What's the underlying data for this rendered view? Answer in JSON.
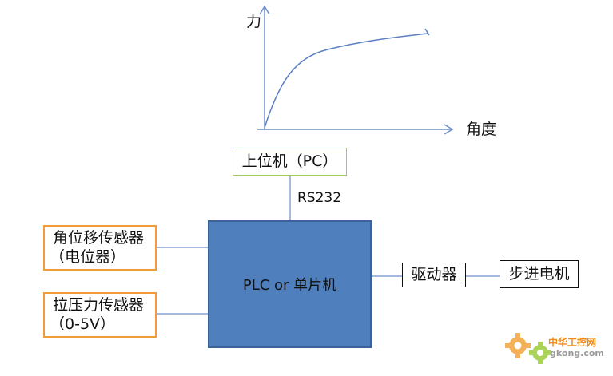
{
  "graph": {
    "y_axis_label": "力",
    "x_axis_label": "角度"
  },
  "boxes": {
    "pc": "上位机（PC）",
    "plc": "PLC or 单片机",
    "angle_sensor_line1": "角位移传感器",
    "angle_sensor_line2": "（电位器）",
    "tension_sensor_line1": "拉压力传感器",
    "tension_sensor_line2": "（0-5V）",
    "driver": "驱动器",
    "motor": "步进电机"
  },
  "link_label": "RS232",
  "watermark": {
    "name": "中华工控网",
    "url": "gkong.com"
  },
  "colors": {
    "axis": "#6f8fc9",
    "curve": "#5b7fc0",
    "plc_fill": "#4f80bd",
    "sensor_border": "#f39a3a",
    "connector": "#6f8fc9"
  }
}
